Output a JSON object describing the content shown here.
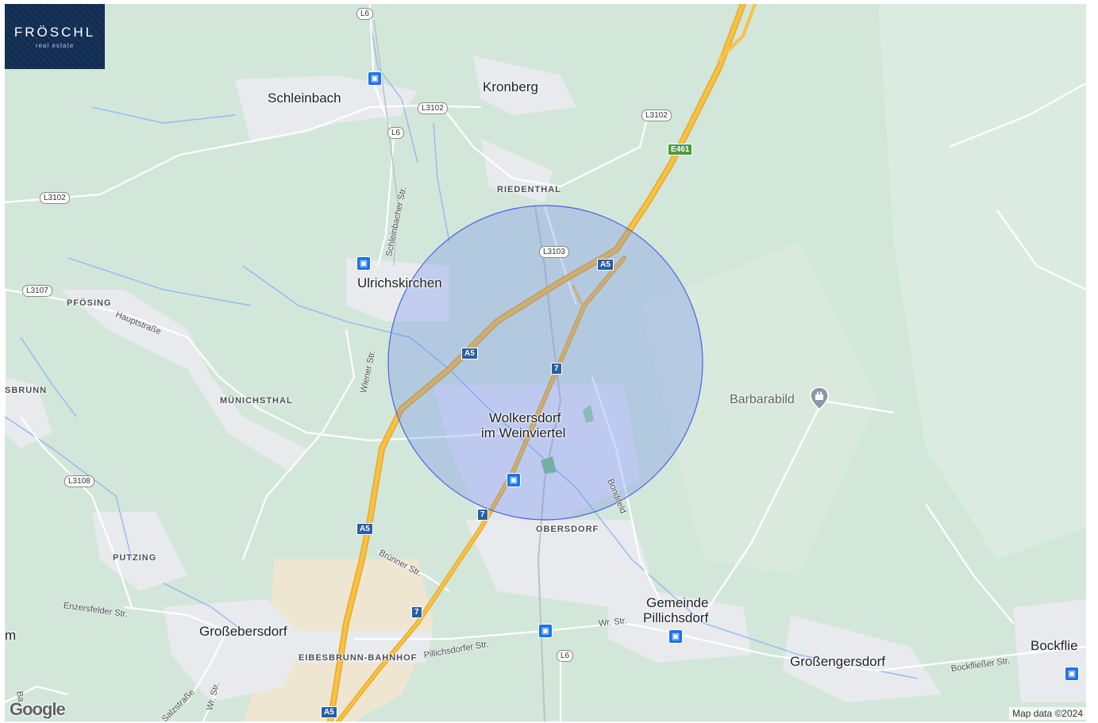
{
  "logo": {
    "brand": "FRÖSCHL",
    "sub": "real estate"
  },
  "map": {
    "places": [
      {
        "id": "schleinbach",
        "label": "Schleinbach"
      },
      {
        "id": "kronberg",
        "label": "Kronberg"
      },
      {
        "id": "riedenthal",
        "label": "RIEDENTHAL"
      },
      {
        "id": "ulrichskirchen",
        "label": "Ulrichskirchen"
      },
      {
        "id": "pfoesing",
        "label": "PFÖSING"
      },
      {
        "id": "muenichsthal",
        "label": "MÜNICHSTHAL"
      },
      {
        "id": "sbrunn",
        "label": "SBRUNN"
      },
      {
        "id": "wolkersdorf_1",
        "label": "Wolkersdorf"
      },
      {
        "id": "wolkersdorf_2",
        "label": "im Weinviertel"
      },
      {
        "id": "obersdorf",
        "label": "OBERSDORF"
      },
      {
        "id": "putzing",
        "label": "PUTZING"
      },
      {
        "id": "grossebersdorf",
        "label": "Großebersdorf"
      },
      {
        "id": "eibesbrunn",
        "label": "EIBESBRUNN-BAHNHOF"
      },
      {
        "id": "pillichsdorf_1",
        "label": "Gemeinde"
      },
      {
        "id": "pillichsdorf_2",
        "label": "Pillichsdorf"
      },
      {
        "id": "grossengersdorf",
        "label": "Großengersdorf"
      },
      {
        "id": "bockflie",
        "label": "Bockflie"
      },
      {
        "id": "m_edge",
        "label": "m"
      }
    ],
    "streets": [
      {
        "id": "schleinbacher",
        "label": "Schleinbacher Str."
      },
      {
        "id": "hauptstrasse",
        "label": "Hauptstraße"
      },
      {
        "id": "wiener",
        "label": "Wiener Str."
      },
      {
        "id": "bondifeld",
        "label": "Bondifeld"
      },
      {
        "id": "bruenner",
        "label": "Brünner Str."
      },
      {
        "id": "enzersfelder",
        "label": "Enzersfelder Str."
      },
      {
        "id": "wrstr",
        "label": "Wr. Str."
      },
      {
        "id": "pillichsdorfer",
        "label": "Pillichsdorfer Str."
      },
      {
        "id": "bockfliesser",
        "label": "Bockfließer Str."
      },
      {
        "id": "salzstrasse",
        "label": "Salzstraße"
      },
      {
        "id": "wrstr2",
        "label": "Wr. Str."
      },
      {
        "id": "ba",
        "label": "Ba"
      }
    ],
    "shields": [
      {
        "id": "l6_top",
        "label": "L6"
      },
      {
        "id": "l6_mid",
        "label": "L6"
      },
      {
        "id": "l6_bottom",
        "label": "L6"
      },
      {
        "id": "l3102_a",
        "label": "L3102"
      },
      {
        "id": "l3102_b",
        "label": "L3102"
      },
      {
        "id": "l3102_c",
        "label": "L3102"
      },
      {
        "id": "l3107",
        "label": "L3107"
      },
      {
        "id": "l3108",
        "label": "L3108"
      },
      {
        "id": "l3103",
        "label": "L3103"
      }
    ],
    "motorways": [
      {
        "id": "a5_a",
        "label": "A5"
      },
      {
        "id": "a5_b",
        "label": "A5"
      },
      {
        "id": "a5_c",
        "label": "A5"
      },
      {
        "id": "a5_d",
        "label": "A5"
      },
      {
        "id": "s7_a",
        "label": "7"
      },
      {
        "id": "s7_b",
        "label": "7"
      },
      {
        "id": "s7_c",
        "label": "7"
      }
    ],
    "euroute": {
      "label": "E461"
    },
    "poi": {
      "label": "Barbarabild"
    },
    "radius_circle": {
      "fill": "#5d7ff0",
      "stroke": "#4a63e0"
    }
  },
  "footer": {
    "google": "Google",
    "attribution": "Map data ©2024"
  },
  "colors": {
    "land": "#d3e6da",
    "urban": "#e8eaed",
    "motorway": "#f6c244",
    "road": "#ffffff",
    "water": "#8ab4f8",
    "sand": "#efe6d2"
  }
}
